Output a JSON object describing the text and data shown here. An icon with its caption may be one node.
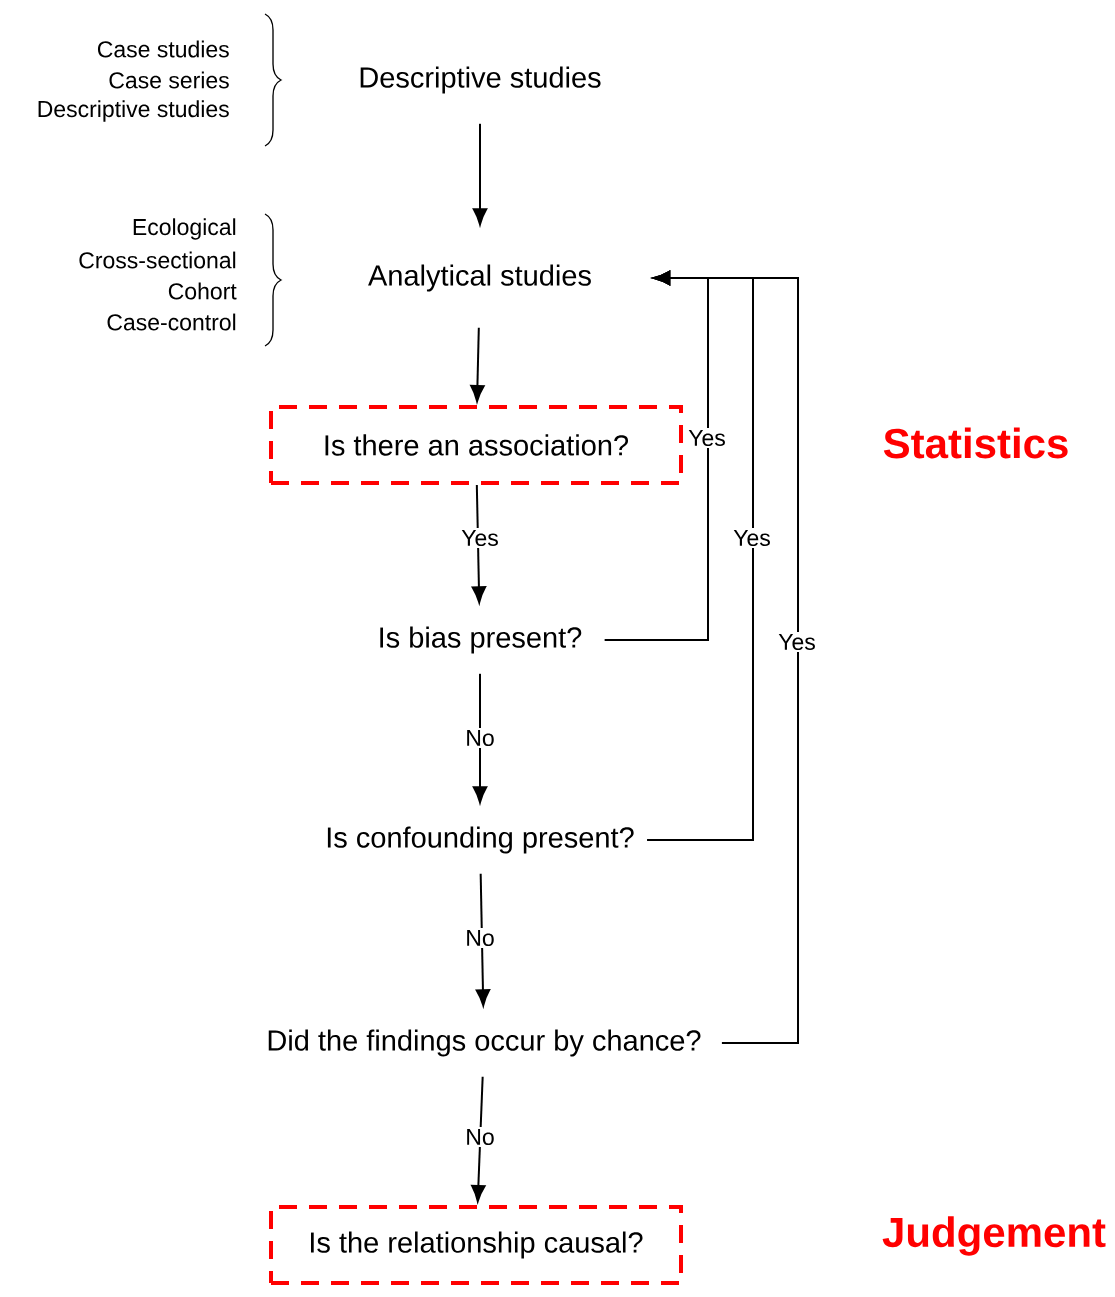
{
  "diagram": {
    "nodes": [
      {
        "text": [
          "Descriptive studies"
        ]
      },
      {
        "text": [
          "Analytical studies"
        ]
      },
      {
        "text": [
          "Is there an association?"
        ]
      },
      {
        "text": [
          "Is bias present?"
        ]
      },
      {
        "text": [
          "Is confounding present?"
        ]
      },
      {
        "text": [
          "Did the findings occur by chance?"
        ]
      },
      {
        "text": [
          "Is the relationship causal?"
        ]
      }
    ],
    "edges": [
      {
        "from": 0,
        "to": 1,
        "arrow": "to"
      },
      {
        "from": 1,
        "to": 2,
        "arrow": "to"
      },
      {
        "from": 2,
        "to": 3,
        "arrow": "to",
        "label": "Yes"
      },
      {
        "from": 3,
        "to": 4,
        "arrow": "to",
        "label": "No"
      },
      {
        "from": 4,
        "to": 5,
        "arrow": "to",
        "label": "No"
      },
      {
        "from": 5,
        "to": 6,
        "arrow": "to",
        "label": "No"
      },
      {
        "from": 3,
        "to": 1,
        "arrow": "to",
        "label": "Yes"
      },
      {
        "from": 4,
        "to": 1,
        "arrow": "to",
        "label": "Yes"
      },
      {
        "from": 5,
        "to": 1,
        "arrow": "to",
        "label": "Yes"
      }
    ],
    "labels": [
      "Case studies",
      "Case series",
      "Descriptive studies",
      "Ecological",
      "Cross-sectional",
      "Cohort",
      "Case-control",
      "Statistics",
      "Judgement"
    ]
  }
}
